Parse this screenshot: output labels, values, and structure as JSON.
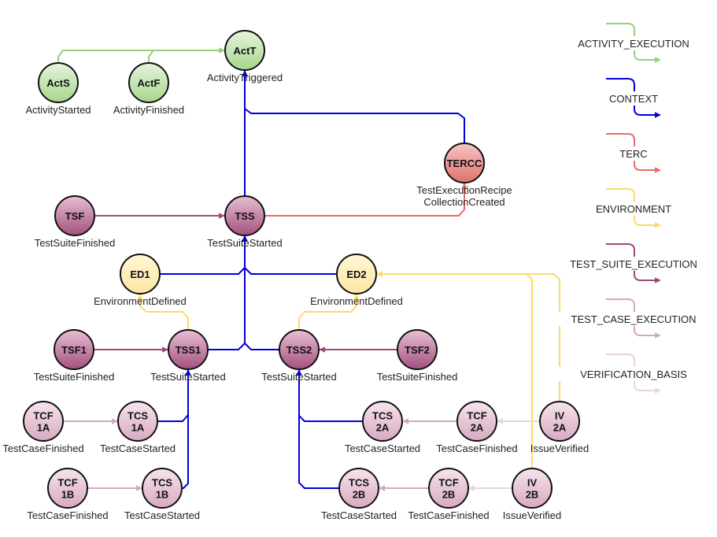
{
  "colors": {
    "ACTIVITY_EXECUTION": "#97D077",
    "CONTEXT": "#0000DD",
    "TERC": "#EA6B66",
    "ENVIRONMENT": "#FFD966",
    "TEST_SUITE_EXECUTION": "#9E4A79",
    "TEST_CASE_EXECUTION": "#D5A8BE",
    "VERIFICATION_BASIS": "#E8D4DF"
  },
  "legend": [
    {
      "key": "ACTIVITY_EXECUTION",
      "label": "ACTIVITY_EXECUTION"
    },
    {
      "key": "CONTEXT",
      "label": "CONTEXT"
    },
    {
      "key": "TERC",
      "label": "TERC"
    },
    {
      "key": "ENVIRONMENT",
      "label": "ENVIRONMENT"
    },
    {
      "key": "TEST_SUITE_EXECUTION",
      "label": "TEST_SUITE_EXECUTION"
    },
    {
      "key": "TEST_CASE_EXECUTION",
      "label": "TEST_CASE_EXECUTION"
    },
    {
      "key": "VERIFICATION_BASIS",
      "label": "VERIFICATION_BASIS"
    }
  ],
  "nodes": [
    {
      "id": "ActT",
      "lines": [
        "ActT"
      ],
      "caption": [
        "ActivityTriggered"
      ],
      "style": "green"
    },
    {
      "id": "ActS",
      "lines": [
        "ActS"
      ],
      "caption": [
        "ActivityStarted"
      ],
      "style": "green"
    },
    {
      "id": "ActF",
      "lines": [
        "ActF"
      ],
      "caption": [
        "ActivityFinished"
      ],
      "style": "green"
    },
    {
      "id": "TERCC",
      "lines": [
        "TERCC"
      ],
      "caption": [
        "TestExecutionRecipe",
        "CollectionCreated"
      ],
      "style": "red"
    },
    {
      "id": "TSF",
      "lines": [
        "TSF"
      ],
      "caption": [
        "TestSuiteFinished"
      ],
      "style": "purple"
    },
    {
      "id": "TSS",
      "lines": [
        "TSS"
      ],
      "caption": [
        "TestSuiteStarted"
      ],
      "style": "purple"
    },
    {
      "id": "ED1",
      "lines": [
        "ED1"
      ],
      "caption": [
        "EnvironmentDefined"
      ],
      "style": "yellow"
    },
    {
      "id": "ED2",
      "lines": [
        "ED2"
      ],
      "caption": [
        "EnvironmentDefined"
      ],
      "style": "yellow"
    },
    {
      "id": "TSF1",
      "lines": [
        "TSF1"
      ],
      "caption": [
        "TestSuiteFinished"
      ],
      "style": "purple"
    },
    {
      "id": "TSS1",
      "lines": [
        "TSS1"
      ],
      "caption": [
        "TestSuiteStarted"
      ],
      "style": "purple"
    },
    {
      "id": "TSS2",
      "lines": [
        "TSS2"
      ],
      "caption": [
        "TestSuiteStarted"
      ],
      "style": "purple"
    },
    {
      "id": "TSF2",
      "lines": [
        "TSF2"
      ],
      "caption": [
        "TestSuiteFinished"
      ],
      "style": "purple"
    },
    {
      "id": "TCF1A",
      "lines": [
        "TCF",
        "1A"
      ],
      "caption": [
        "TestCaseFinished"
      ],
      "style": "pink"
    },
    {
      "id": "TCS1A",
      "lines": [
        "TCS",
        "1A"
      ],
      "caption": [
        "TestCaseStarted"
      ],
      "style": "pink"
    },
    {
      "id": "TCF1B",
      "lines": [
        "TCF",
        "1B"
      ],
      "caption": [
        "TestCaseFinished"
      ],
      "style": "pink"
    },
    {
      "id": "TCS1B",
      "lines": [
        "TCS",
        "1B"
      ],
      "caption": [
        "TestCaseStarted"
      ],
      "style": "pink"
    },
    {
      "id": "TCS2A",
      "lines": [
        "TCS",
        "2A"
      ],
      "caption": [
        "TestCaseStarted"
      ],
      "style": "pink"
    },
    {
      "id": "TCF2A",
      "lines": [
        "TCF",
        "2A"
      ],
      "caption": [
        "TestCaseFinished"
      ],
      "style": "pink"
    },
    {
      "id": "IV2A",
      "lines": [
        "IV",
        "2A"
      ],
      "caption": [
        "IssueVerified"
      ],
      "style": "pink"
    },
    {
      "id": "TCS2B",
      "lines": [
        "TCS",
        "2B"
      ],
      "caption": [
        "TestCaseStarted"
      ],
      "style": "pink"
    },
    {
      "id": "TCF2B",
      "lines": [
        "TCF",
        "2B"
      ],
      "caption": [
        "TestCaseFinished"
      ],
      "style": "pink"
    },
    {
      "id": "IV2B",
      "lines": [
        "IV",
        "2B"
      ],
      "caption": [
        "IssueVerified"
      ],
      "style": "pink"
    }
  ],
  "edges": [
    {
      "from": "ActS",
      "to": "ActT",
      "link": "ACTIVITY_EXECUTION"
    },
    {
      "from": "ActF",
      "to": "ActT",
      "link": "ACTIVITY_EXECUTION"
    },
    {
      "from": "TSS",
      "to": "ActT",
      "link": "CONTEXT"
    },
    {
      "from": "TERCC",
      "to": "ActT",
      "link": "CONTEXT"
    },
    {
      "from": "TSF",
      "to": "TSS",
      "link": "TEST_SUITE_EXECUTION"
    },
    {
      "from": "TSS",
      "to": "TERCC",
      "link": "TERC"
    },
    {
      "from": "ED1",
      "to": "TSS",
      "link": "CONTEXT"
    },
    {
      "from": "ED2",
      "to": "TSS",
      "link": "CONTEXT"
    },
    {
      "from": "TSS1",
      "to": "TSS",
      "link": "CONTEXT"
    },
    {
      "from": "TSS2",
      "to": "TSS",
      "link": "CONTEXT"
    },
    {
      "from": "TSS1",
      "to": "ED1",
      "link": "ENVIRONMENT"
    },
    {
      "from": "TSS2",
      "to": "ED2",
      "link": "ENVIRONMENT"
    },
    {
      "from": "TSF1",
      "to": "TSS1",
      "link": "TEST_SUITE_EXECUTION"
    },
    {
      "from": "TSF2",
      "to": "TSS2",
      "link": "TEST_SUITE_EXECUTION"
    },
    {
      "from": "TCF1A",
      "to": "TCS1A",
      "link": "TEST_CASE_EXECUTION"
    },
    {
      "from": "TCS1A",
      "to": "TSS1",
      "link": "CONTEXT"
    },
    {
      "from": "TCF1B",
      "to": "TCS1B",
      "link": "TEST_CASE_EXECUTION"
    },
    {
      "from": "TCS1B",
      "to": "TSS1",
      "link": "CONTEXT"
    },
    {
      "from": "TCF2A",
      "to": "TCS2A",
      "link": "TEST_CASE_EXECUTION"
    },
    {
      "from": "TCS2A",
      "to": "TSS2",
      "link": "CONTEXT"
    },
    {
      "from": "IV2A",
      "to": "TCF2A",
      "link": "VERIFICATION_BASIS"
    },
    {
      "from": "IV2A",
      "to": "ED2",
      "link": "ENVIRONMENT"
    },
    {
      "from": "TCF2B",
      "to": "TCS2B",
      "link": "TEST_CASE_EXECUTION"
    },
    {
      "from": "TCS2B",
      "to": "TSS2",
      "link": "CONTEXT"
    },
    {
      "from": "IV2B",
      "to": "TCF2B",
      "link": "VERIFICATION_BASIS"
    },
    {
      "from": "IV2B",
      "to": "ED2",
      "link": "ENVIRONMENT"
    }
  ]
}
